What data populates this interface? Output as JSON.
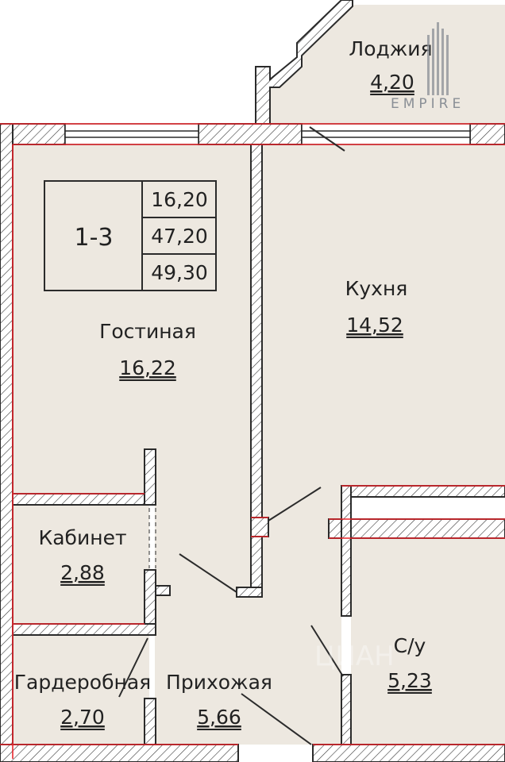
{
  "apartment": {
    "code": "1-3",
    "areas": [
      "16,20",
      "47,20",
      "49,30"
    ]
  },
  "rooms": {
    "loggia": {
      "name": "Лоджия",
      "area": "4,20"
    },
    "living": {
      "name": "Гостиная",
      "area": "16,22"
    },
    "kitchen": {
      "name": "Кухня",
      "area": "14,52"
    },
    "study": {
      "name": "Кабинет",
      "area": "2,88"
    },
    "wardrobe": {
      "name": "Гардеробная",
      "area": "2,70"
    },
    "hall": {
      "name": "Прихожая",
      "area": "5,66"
    },
    "bath": {
      "name": "С/у",
      "area": "5,23"
    }
  },
  "logo": {
    "text": "EMPIRE"
  },
  "watermark": {
    "text": "ЦИАН"
  },
  "colors": {
    "floor": "#ede8e0",
    "wall_fill": "#ffffff",
    "wall_outline": "#2b2b2b",
    "highlight": "#e8262c",
    "text": "#222222"
  }
}
